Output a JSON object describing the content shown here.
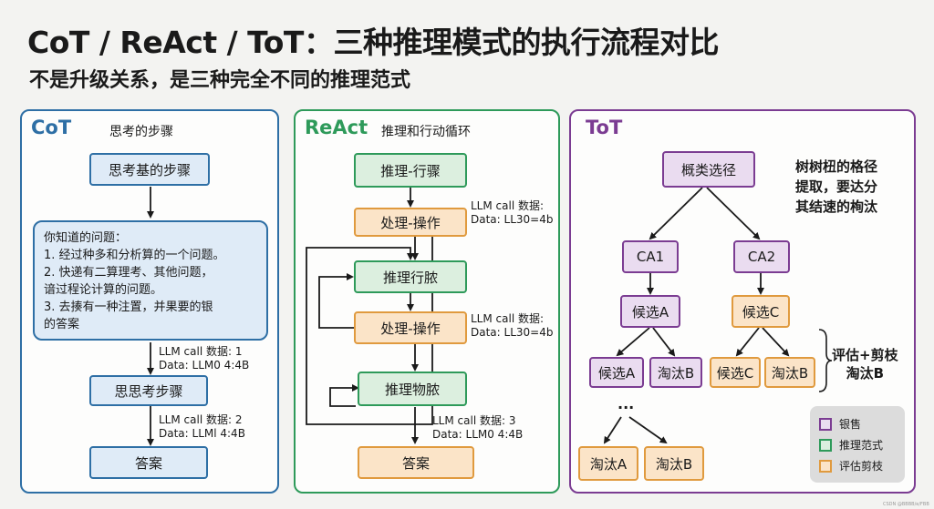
{
  "title": "CoT / ReAct / ToT：三种推理模式的执行流程对比",
  "subtitle": "不是升级关系，是三种完全不同的推理范式",
  "colors": {
    "cot": "#2e6fa5",
    "react": "#2e9a5a",
    "tot": "#7b3c92",
    "orange": "#e09a3e"
  },
  "cot": {
    "heading": "CoT",
    "subheading": "思考的步骤",
    "step1": "思考基的步骤",
    "question_lines": [
      "你知道的问题：",
      "1. 经过种多和分析算的一个问题。",
      "2. 快递有二算理考、其他问题，",
      "谙过程论计算的问题。",
      "3. 去揍有一种注置，并果要的银",
      "的答案"
    ],
    "note1_line1": "LLM call 数据: 1",
    "note1_line2": "Data: LLM0 4:4B",
    "step2": "思思考步骤",
    "note2_line1": "LLM call 数据: 2",
    "note2_line2": "Data: LLMl 4:4B",
    "answer": "答案"
  },
  "react": {
    "heading": "ReAct",
    "subheading": "推理和行动循环",
    "reason1": "推理-行骤",
    "act1": "处理-操作",
    "note1_line1": "LLM call 数据:",
    "note1_line2": "Data: LL30=4b",
    "reason2": "推理行脓",
    "act2": "处理-操作",
    "note2_line1": "LLM call 数据:",
    "note2_line2": "Data: LL30=4b",
    "reason3": "推理物脓",
    "note3_line1": "LLM call 数据: 3",
    "note3_line2": "Data: LLM0 4:4B",
    "answer": "答案"
  },
  "tot": {
    "heading": "ToT",
    "root": "概类选径",
    "annotation_lines": [
      "树树杻的格径",
      "提取，要达分",
      "其结速的栒汰"
    ],
    "ca1": "CA1",
    "ca2": "CA2",
    "cand_a": "候选A",
    "cand_c": "候选C",
    "leaf1": "候选A",
    "leaf2": "淘汰B",
    "leaf3": "候选C",
    "leaf4": "淘汰B",
    "ellipsis": "...",
    "eval_line1": "评估+剪枝",
    "eval_line2": "淘汰B",
    "bottom1": "淘汰A",
    "bottom2": "淘汰B"
  },
  "legend": [
    {
      "label": "银售",
      "color": "#7b3c92",
      "fill": "#eadcf0"
    },
    {
      "label": "推理范式",
      "color": "#2e9a5a",
      "fill": "#dcefdf"
    },
    {
      "label": "评估剪枝",
      "color": "#e09a3e",
      "fill": "#fbe4c8"
    }
  ],
  "credit": "CSDN @BBBB/e/FBB"
}
